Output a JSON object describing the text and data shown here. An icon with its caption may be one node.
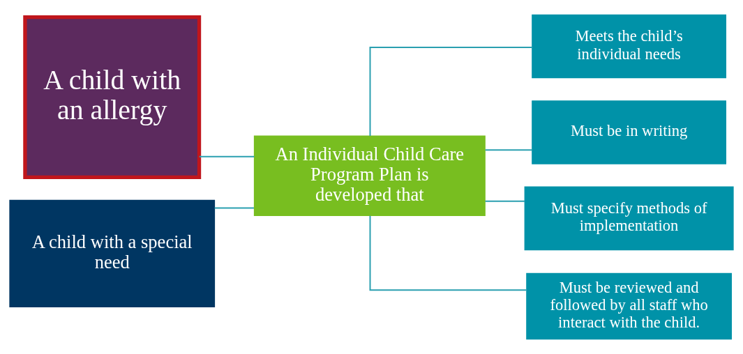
{
  "diagram": {
    "nodes": [
      {
        "text": [
          "A child with an allergy"
        ]
      },
      {
        "text": [
          "A child with a special need"
        ]
      },
      {
        "text": [
          "An Individual Child Care Program Plan is developed that"
        ]
      },
      {
        "text": [
          "Meets the child’s individual needs"
        ]
      },
      {
        "text": [
          "Must be in writing"
        ]
      },
      {
        "text": [
          "Must specify methods of implementation"
        ]
      },
      {
        "text": [
          "Must be reviewed and followed by all staff who interact with the child."
        ]
      }
    ],
    "edges": [
      {
        "from": 0,
        "to": 2,
        "arrow": "none"
      },
      {
        "from": 1,
        "to": 2,
        "arrow": "none"
      },
      {
        "from": 2,
        "to": 3,
        "arrow": "none"
      },
      {
        "from": 2,
        "to": 4,
        "arrow": "none"
      },
      {
        "from": 2,
        "to": 5,
        "arrow": "none"
      },
      {
        "from": 2,
        "to": 6,
        "arrow": "none"
      }
    ]
  }
}
